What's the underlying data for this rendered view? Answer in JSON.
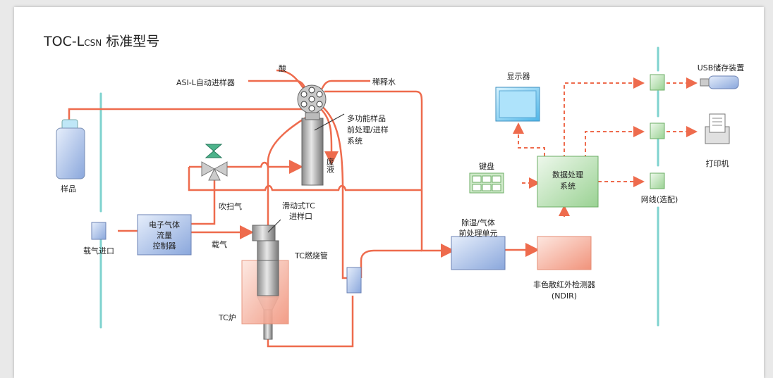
{
  "title": {
    "main": "TOC-L",
    "sub": "CSN",
    "suffix": " 标准型号"
  },
  "labels": {
    "acid": "酸",
    "autosampler": "ASI-L自动进样器",
    "dilution_water": "稀释水",
    "multi_sample_1": "多功能样品",
    "multi_sample_2": "前处理/进样",
    "multi_sample_3": "系统",
    "waste": "废液",
    "sample": "样品",
    "carrier_inlet": "载气进口",
    "egc_1": "电子气体",
    "egc_2": "流量",
    "egc_3": "控制器",
    "purge_gas": "吹扫气",
    "carrier_gas": "载气",
    "slide_tc_1": "滑动式TC",
    "slide_tc_2": "进样口",
    "tc_tube": "TC燃烧管",
    "tc_furnace": "TC炉",
    "dehumid_1": "除湿/气体",
    "dehumid_2": "前处理单元",
    "ndir_1": "非色散红外检测器",
    "ndir_2": "(NDIR)",
    "display": "显示器",
    "keyboard": "键盘",
    "data_proc_1": "数据处理",
    "data_proc_2": "系统",
    "usb": "USB储存装置",
    "printer": "打印机",
    "network": "网线(选配)"
  },
  "colors": {
    "flow_line": "#ee6b4d",
    "box_blue": "#a9bfe6",
    "box_green": "#b7e0b3",
    "box_red": "#f6b3a2",
    "rail": "#7fd3cf",
    "text": "#222222"
  }
}
